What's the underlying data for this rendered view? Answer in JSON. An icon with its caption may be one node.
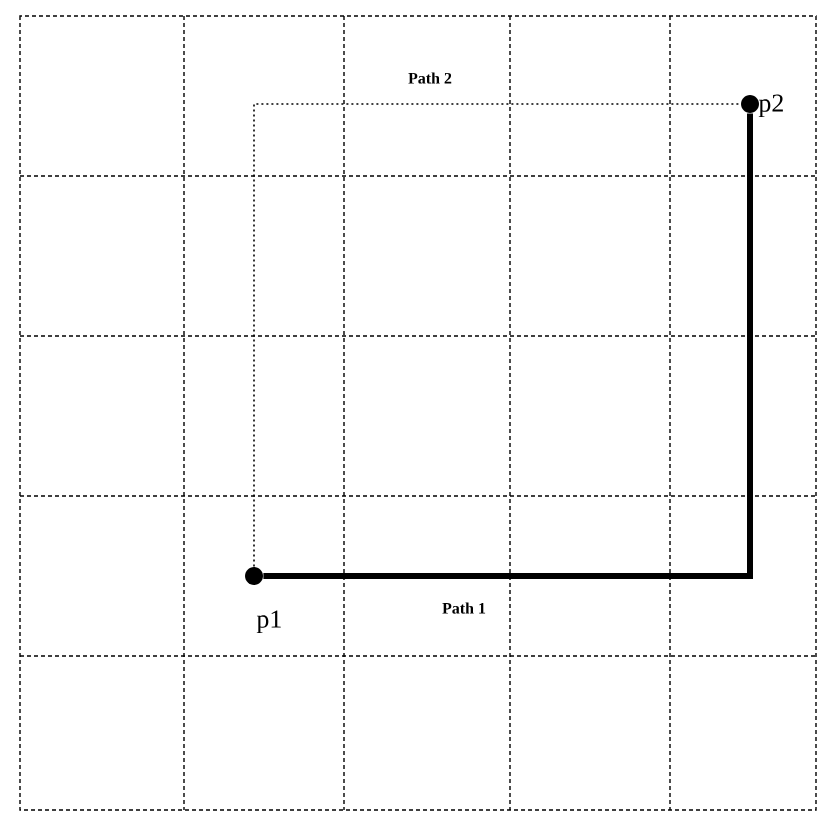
{
  "diagram": {
    "nodes": [
      {
        "text": [],
        "shape": "circle",
        "beside": [
          "p1"
        ]
      },
      {
        "text": [],
        "shape": "circle",
        "beside": [
          "p2"
        ]
      }
    ],
    "edges": [
      {
        "from": 0,
        "to": 1,
        "arrow": "none",
        "label": "Path 1",
        "style": "thick"
      },
      {
        "from": 0,
        "to": 1,
        "arrow": "none",
        "label": "Path 2",
        "style": "dashed"
      }
    ]
  }
}
